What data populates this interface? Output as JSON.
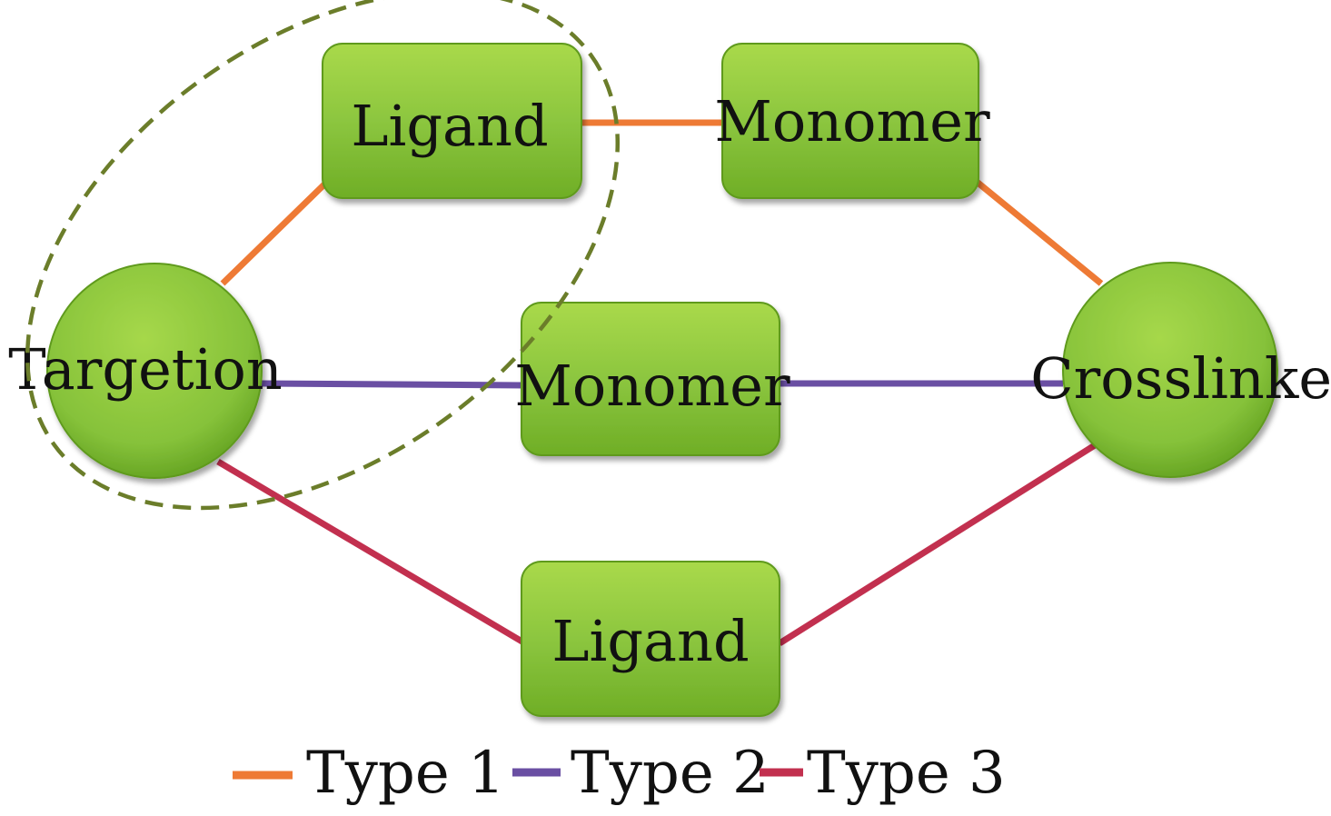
{
  "nodes": {
    "ligand_top": "Ligand",
    "monomer_top": "Monomer",
    "targetion": "Targetion",
    "monomer_middle": "Monomer",
    "crosslinker": "Crosslinker",
    "ligand_bottom": "Ligand"
  },
  "legend": [
    {
      "label": "Type 1",
      "color": "#ee7a35"
    },
    {
      "label": "Type 2",
      "color": "#6a4fa3"
    },
    {
      "label": "Type 3",
      "color": "#c2304f"
    }
  ],
  "colors": {
    "node_fill": "#8cc63f",
    "node_border": "#5e9a1f",
    "group_outline": "#6b7d2a"
  }
}
